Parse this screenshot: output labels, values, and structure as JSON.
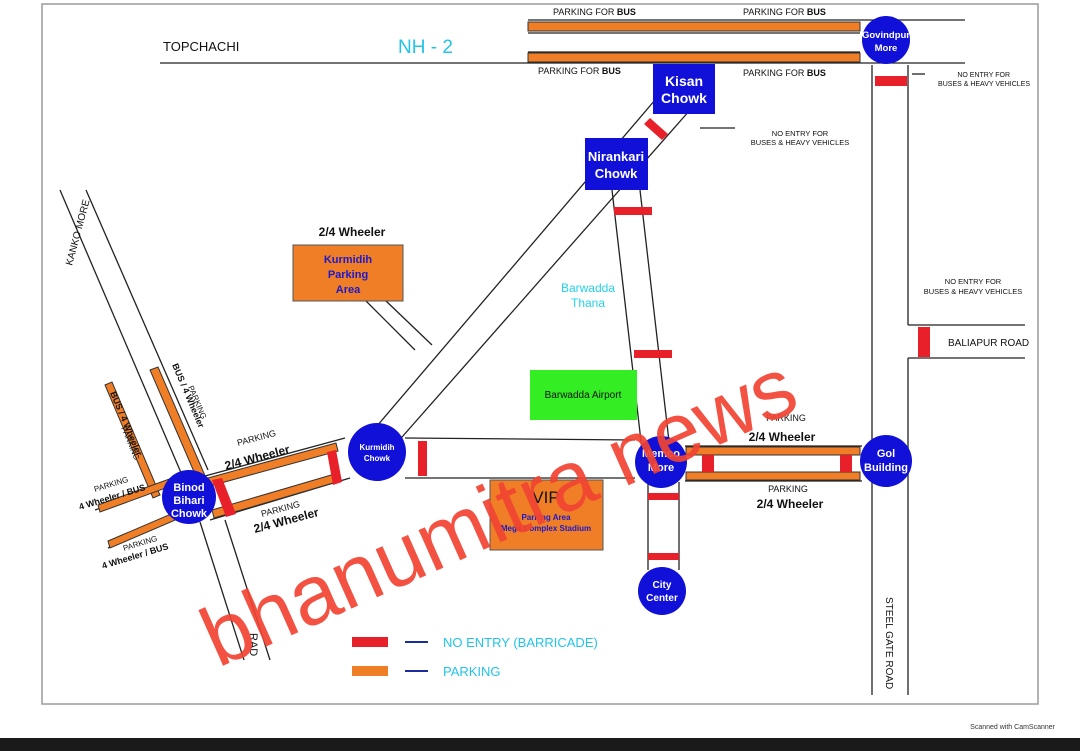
{
  "colors": {
    "parking": "#F07E26",
    "barricade": "#E8202A",
    "junction": "#1010D8",
    "thana": "#22D3E8",
    "airport": "#33EE22",
    "watermark": "#F24433",
    "legend_line": "#1A2D9A"
  },
  "nh_labels": {
    "topchachi": "TOPCHACHI",
    "nh2": "NH - 2",
    "parking_bus_1_prefix": "PARKING FOR ",
    "parking_bus_1_bold": "BUS",
    "parking_bus_2_prefix": "PARKING FOR ",
    "parking_bus_2_bold": "BUS",
    "parking_bus_3_prefix": "PARKING FOR ",
    "parking_bus_3_bold": "BUS",
    "parking_bus_4_prefix": "PARKING FOR ",
    "parking_bus_4_bold": "BUS"
  },
  "no_entry_notes": {
    "govindpur_1": "NO ENTRY FOR",
    "govindpur_2": "BUSES & HEAVY VEHICLES",
    "kisan_1": "NO ENTRY FOR",
    "kisan_2": "BUSES & HEAVY VEHICLES",
    "baliapur_1": "NO ENTRY FOR",
    "baliapur_2": "BUSES & HEAVY VEHICLES"
  },
  "junctions": {
    "govindpur_1": "Govindpur",
    "govindpur_2": "More",
    "kisan_1": "Kisan",
    "kisan_2": "Chowk",
    "nirankari_1": "Nirankari",
    "nirankari_2": "Chowk",
    "kurmidih_1": "Kurmidih",
    "kurmidih_2": "Chowk",
    "binod_1": "Binod",
    "binod_2": "Bihari",
    "binod_3": "Chowk",
    "memco_1": "Memco",
    "memco_2": "More",
    "gol_1": "Gol",
    "gol_2": "Building",
    "city_1": "City",
    "city_2": "Center"
  },
  "places": {
    "kurmidih_heading": "2/4 Wheeler",
    "kurmidih_parking_1": "Kurmidih",
    "kurmidih_parking_2": "Parking",
    "kurmidih_parking_3": "Area",
    "thana_1": "Barwadda",
    "thana_2": "Thana",
    "airport": "Barwadda Airport",
    "vip_title": "VIP",
    "vip_sub_1": "Parking Area",
    "vip_sub_2": "Mega Complex Stadium",
    "baliapur_road": "BALIAPUR ROAD",
    "steel_gate_road": "STEEL GATE ROAD",
    "kanko_more": "KANKO MORE",
    "road_bottom": "RAD"
  },
  "parking_labels": {
    "memco_top_small": "PARKING",
    "memco_top_big": "2/4 Wheeler",
    "memco_bot_small": "PARKING",
    "memco_bot_big": "2/4 Wheeler",
    "kurmidih_top_small": "PARKING",
    "kurmidih_top_big": "2/4 Wheeler",
    "kurmidih_bot_small": "PARKING",
    "kurmidih_bot_big": "2/4 Wheeler",
    "diag_left_small": "PARKING",
    "diag_left_big": "BUS / 4 Wheeler",
    "diag_right_small": "PARKING",
    "diag_right_big": "BUS / 4 Wheeler",
    "binod_left_small": "PARKING",
    "binod_left_big": "4 Wheeler / BUS",
    "binod_bot_small": "PARKING",
    "binod_bot_big": "4 Wheeler / BUS"
  },
  "legend": {
    "no_entry": "NO ENTRY (BARRICADE)",
    "parking": "PARKING"
  },
  "watermark": "bhanumitra news",
  "scanner": "Scanned with CamScanner"
}
